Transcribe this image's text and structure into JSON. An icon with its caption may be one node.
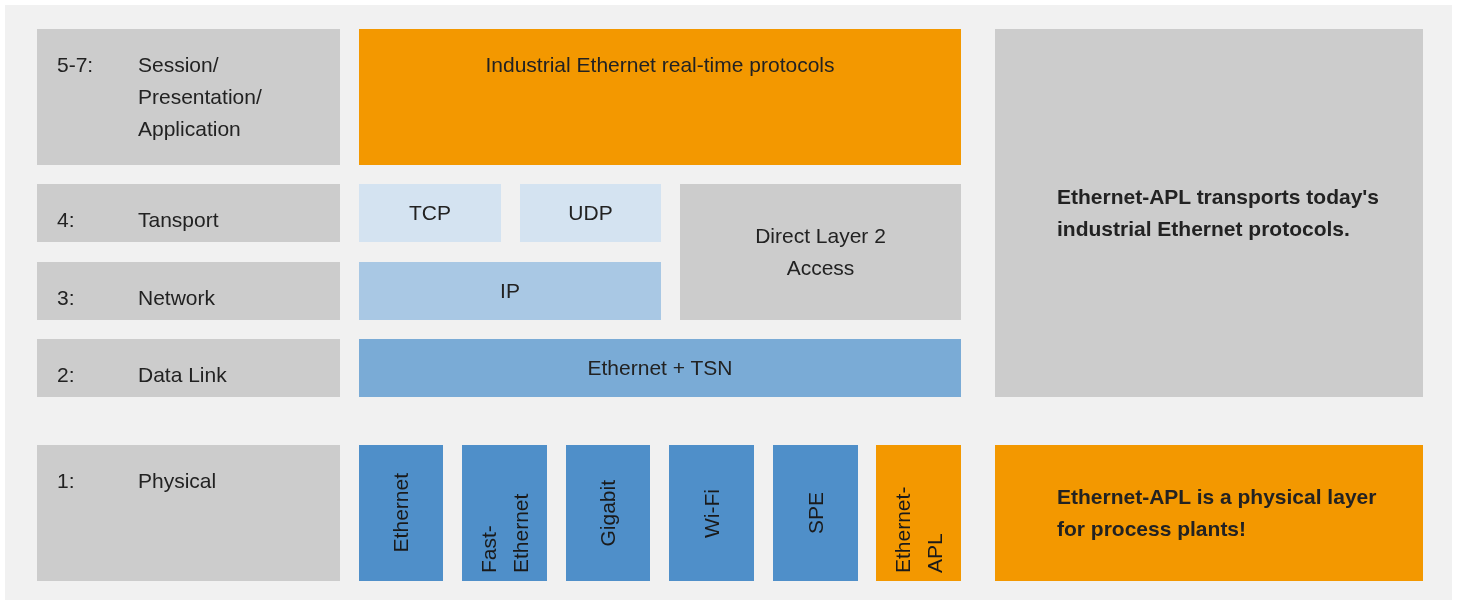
{
  "diagram": {
    "nodes": [
      {
        "text": [
          "5-7:",
          "Session/ Presentation/ Application"
        ]
      },
      {
        "text": [
          "Industrial Ethernet real-time protocols"
        ]
      },
      {
        "text": [
          "Ethernet-APL transports today's industrial Ethernet protocols."
        ]
      },
      {
        "text": [
          "4:",
          "Tansport"
        ]
      },
      {
        "text": [
          "TCP"
        ]
      },
      {
        "text": [
          "UDP"
        ]
      },
      {
        "text": [
          "Direct Layer 2 Access"
        ]
      },
      {
        "text": [
          "3:",
          "Network"
        ]
      },
      {
        "text": [
          "IP"
        ]
      },
      {
        "text": [
          "2:",
          "Data Link"
        ]
      },
      {
        "text": [
          "Ethernet + TSN"
        ]
      },
      {
        "text": [
          "1:",
          "Physical"
        ]
      },
      {
        "text": [
          "Ethernet"
        ]
      },
      {
        "text": [
          "Fast- Ethernet"
        ]
      },
      {
        "text": [
          "Gigabit"
        ]
      },
      {
        "text": [
          "Wi-Fi"
        ]
      },
      {
        "text": [
          "SPE"
        ]
      },
      {
        "text": [
          "Ethernet- APL"
        ]
      },
      {
        "text": [
          "Ethernet-APL is a physical layer for process plants!"
        ]
      }
    ]
  }
}
